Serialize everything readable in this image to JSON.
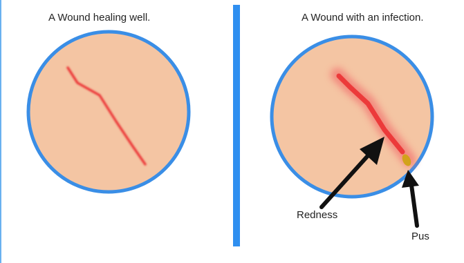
{
  "panels": {
    "left": {
      "title": "A Wound healing well."
    },
    "right": {
      "title": "A Wound with an infection.",
      "labels": {
        "redness": "Redness",
        "pus": "Pus"
      }
    }
  },
  "colors": {
    "skin": "#f4c5a3",
    "circle_border": "#3a8ee6",
    "divider": "#2f8ff0",
    "wound_red": "#ec3a3a",
    "redness_halo": "#f26b6b",
    "pus": "#d2a21a",
    "arrow": "#111111"
  }
}
